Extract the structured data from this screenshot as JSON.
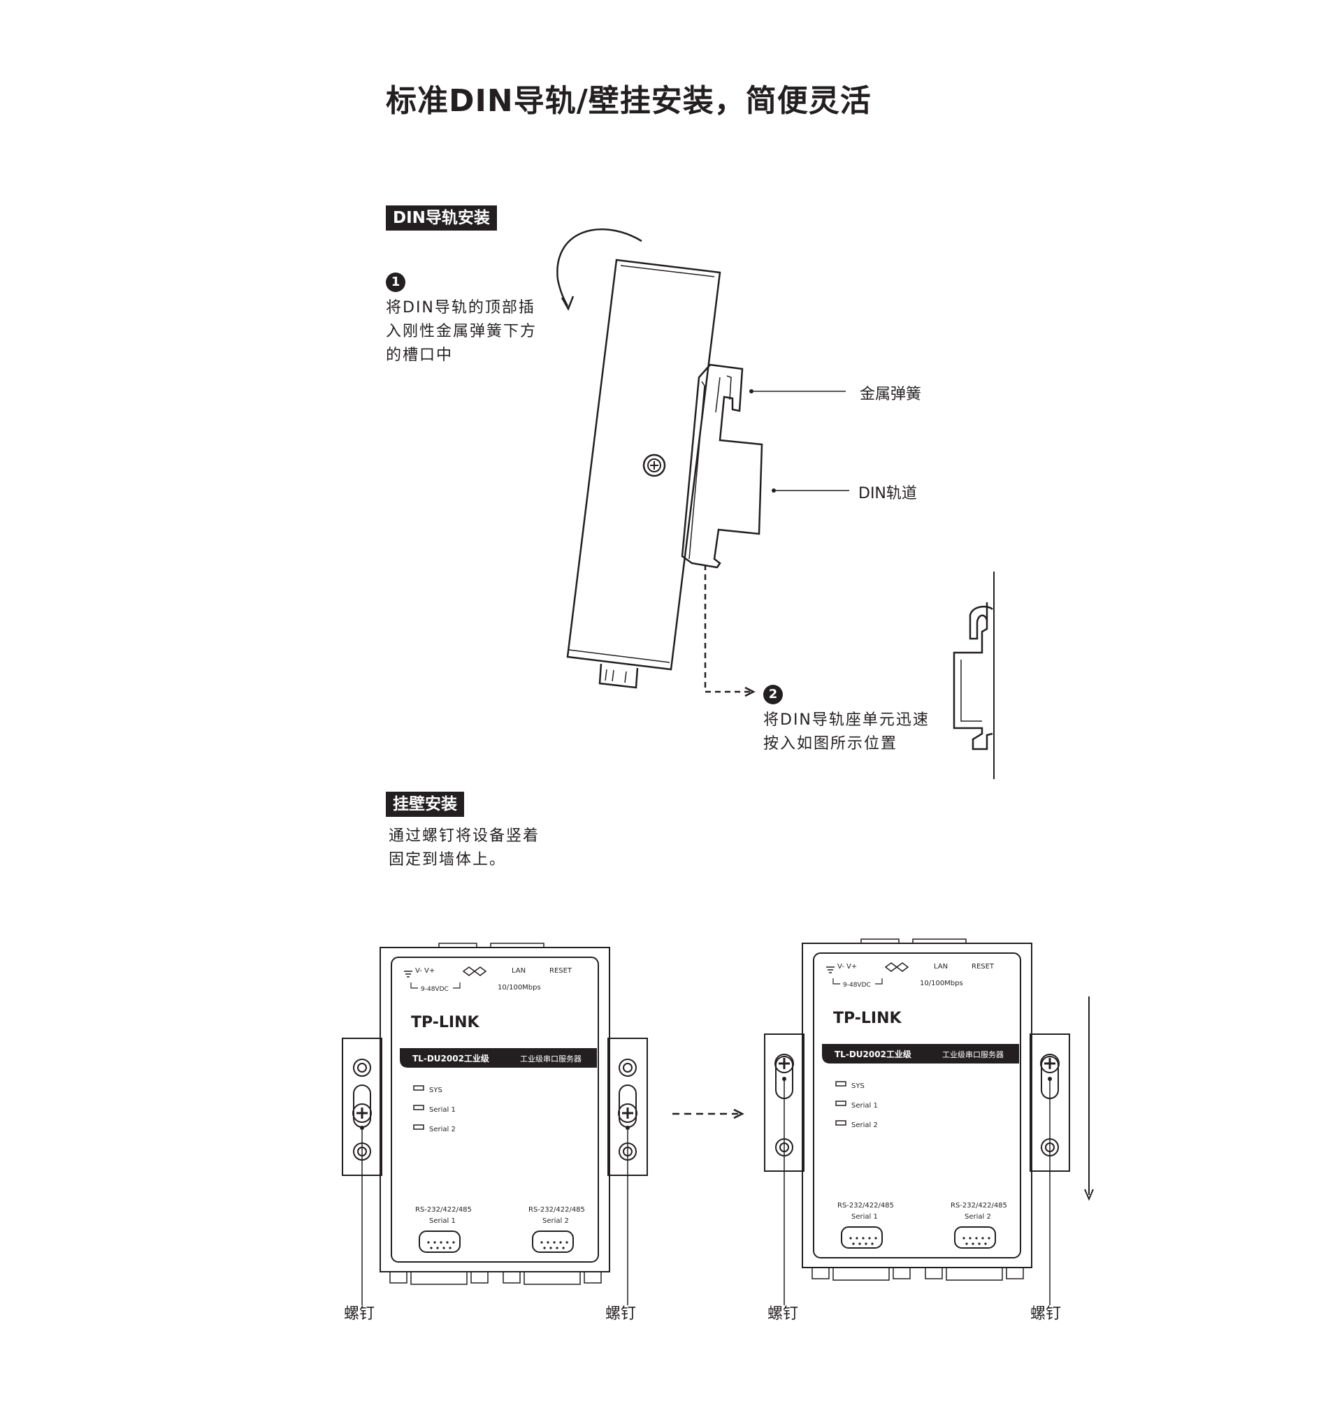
{
  "title": "标准DIN导轨/壁挂安装，简便灵活",
  "din_section": {
    "tag": "DIN导轨安装",
    "step1": {
      "number": "1",
      "lines": [
        "将DIN导轨的顶部插",
        "入刚性金属弹簧下方",
        "的槽口中"
      ]
    },
    "step2": {
      "number": "2",
      "lines": [
        "将DIN导轨座单元迅速",
        "按入如图所示位置"
      ]
    },
    "callouts": {
      "spring": "金属弹簧",
      "rail": "DIN轨道"
    }
  },
  "wall_section": {
    "tag": "挂壁安装",
    "lines": [
      "通过螺钉将设备竖着",
      "固定到墙体上。"
    ]
  },
  "device": {
    "power_label": "V-  V+",
    "voltage": "9-48VDC",
    "lan_label": "LAN",
    "lan_speed": "10/100Mbps",
    "reset_label": "RESET",
    "brand": "TP-LINK",
    "model": "TL-DU2002工业级",
    "product_name": "工业级串口服务器",
    "leds": [
      "SYS",
      "Serial 1",
      "Serial 2"
    ],
    "ports": [
      {
        "type": "RS-232/422/485",
        "name": "Serial 1"
      },
      {
        "type": "RS-232/422/485",
        "name": "Serial 2"
      }
    ]
  },
  "screw_label": "螺钉"
}
